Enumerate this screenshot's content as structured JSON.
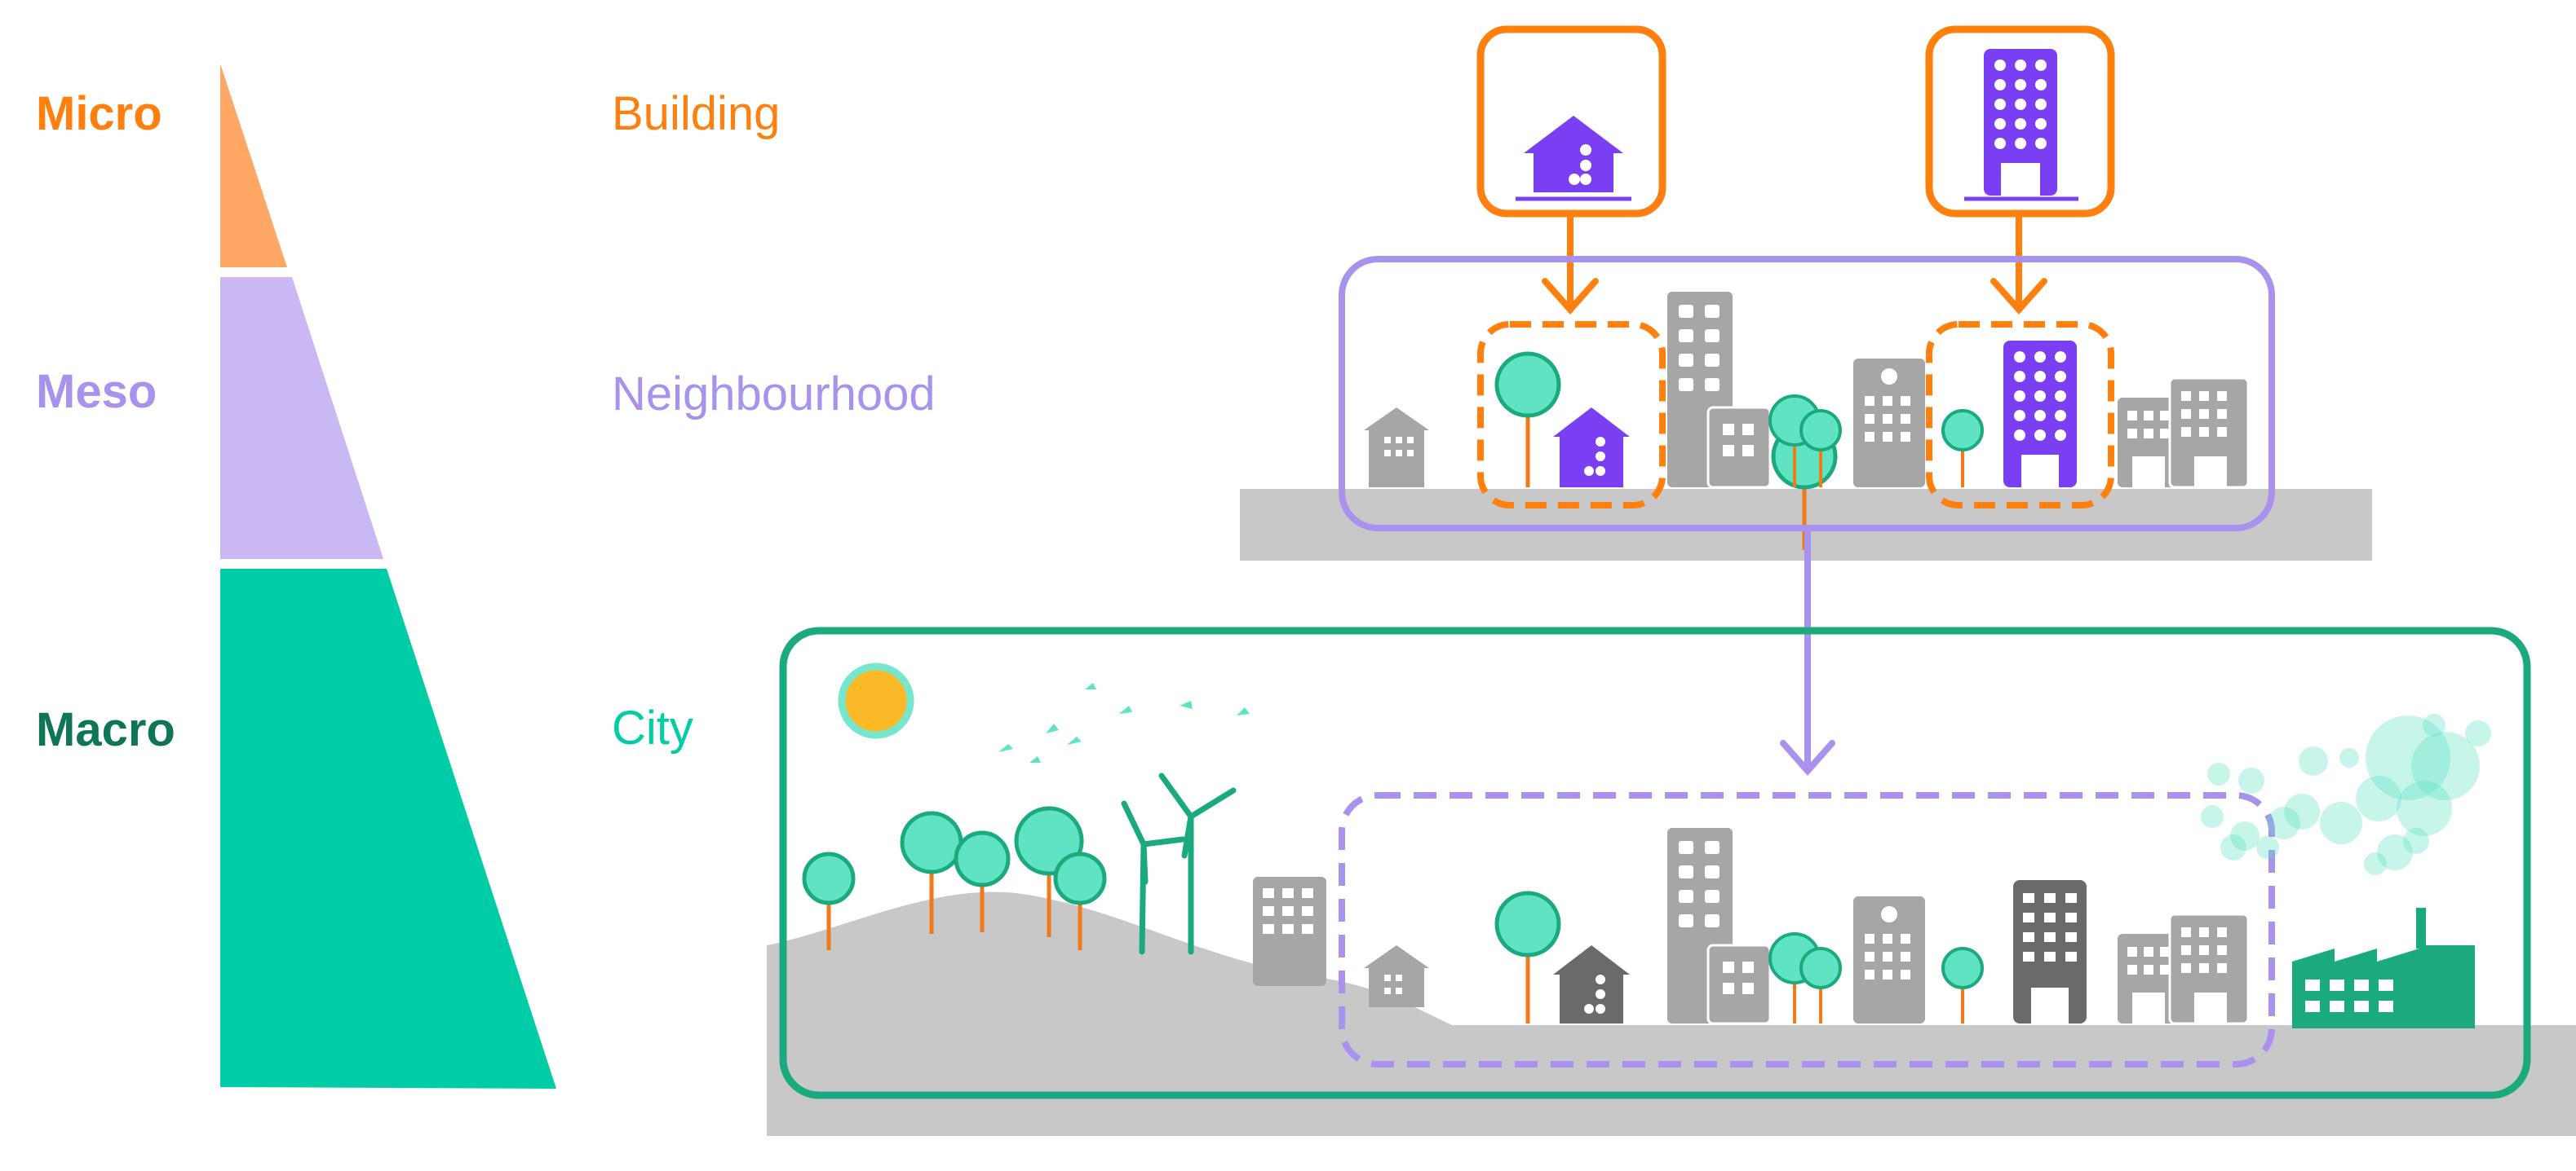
{
  "levels": [
    {
      "label": "Micro",
      "scale": "Building",
      "color": "#FF7F0F"
    },
    {
      "label": "Meso",
      "scale": "Neighbourhood",
      "color": "#A892EE"
    },
    {
      "label": "Macro",
      "scale": "City",
      "color": "#00CCA6"
    }
  ],
  "colors": {
    "micro": "#FF7F0F",
    "meso": "#A892EE",
    "macro": "#1BA97E",
    "macro_label": "#0E7557",
    "purple": "#7A3FF2",
    "grey": "#A6A6A6",
    "ground": "#C8C8C8",
    "tree": "#5FE3C3",
    "trunk": "#F07A1A",
    "sun": "#FBB927"
  },
  "icons": [
    "pyramid-micro-segment",
    "pyramid-meso-segment",
    "pyramid-macro-segment",
    "house-icon",
    "tower-building-icon",
    "tree-icon",
    "wind-turbine-icon",
    "factory-icon",
    "sun-icon",
    "bird-icon",
    "smoke-cloud-icon"
  ]
}
